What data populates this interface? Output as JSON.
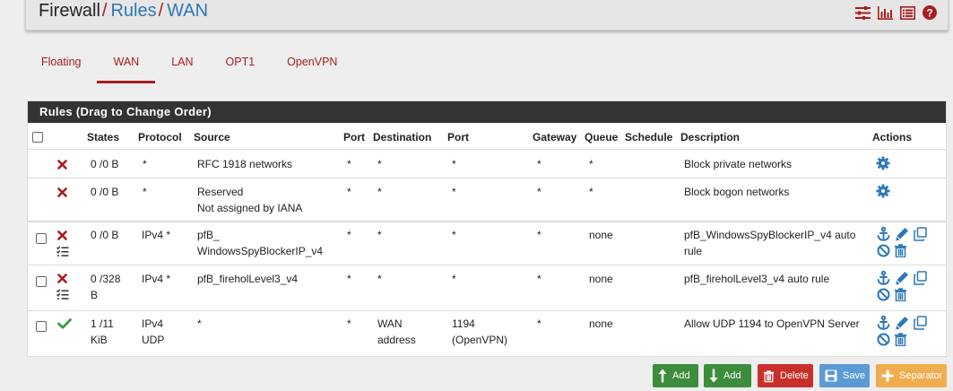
{
  "breadcrumb": {
    "first": "Firewall",
    "second": "Rules",
    "third": "WAN",
    "sep": "/"
  },
  "header_icons": [
    "sliders-icon",
    "bar-chart-icon",
    "list-icon",
    "help-icon"
  ],
  "tabs": [
    {
      "label": "Floating",
      "active": false
    },
    {
      "label": "WAN",
      "active": true
    },
    {
      "label": "LAN",
      "active": false
    },
    {
      "label": "OPT1",
      "active": false
    },
    {
      "label": "OpenVPN",
      "active": false
    }
  ],
  "panel": {
    "title": "Rules (Drag to Change Order)"
  },
  "columns": [
    "States",
    "Protocol",
    "Source",
    "Port",
    "Destination",
    "Port",
    "Gateway",
    "Queue",
    "Schedule",
    "Description",
    "Actions"
  ],
  "rows": [
    {
      "status": "block",
      "states": "0 /0 B",
      "protocol": "*",
      "source": "RFC 1918 networks",
      "source_is_link": false,
      "sport": "*",
      "destination": "*",
      "dport": "*",
      "gateway": "*",
      "queue": "*",
      "schedule": "",
      "description": "Block private networks",
      "actions": "gear"
    },
    {
      "status": "block",
      "states": "0 /0 B",
      "protocol": "*",
      "source": "Reserved",
      "source2": "Not assigned by IANA",
      "source_is_link": false,
      "sport": "*",
      "destination": "*",
      "dport": "*",
      "gateway": "*",
      "queue": "*",
      "schedule": "",
      "description": "Block bogon networks",
      "actions": "gear"
    },
    {
      "status": "block",
      "states": "0 /0 B",
      "protocol": "IPv4 *",
      "source": "pfB_",
      "source2": "WindowsSpyBlockerIP_v4",
      "source_is_link": true,
      "sport": "*",
      "destination": "*",
      "dport": "*",
      "gateway": "*",
      "queue": "none",
      "schedule": "",
      "description": "pfB_WindowsSpyBlockerIP_v4 auto",
      "description2": "rule",
      "actions": "full"
    },
    {
      "status": "block",
      "states": "0 /328",
      "states2": "B",
      "protocol": "IPv4 *",
      "source": "pfB_fireholLevel3_v4",
      "source_is_link": true,
      "sport": "*",
      "destination": "*",
      "dport": "*",
      "gateway": "*",
      "queue": "none",
      "schedule": "",
      "description": "pfB_fireholLevel3_v4 auto rule",
      "actions": "full"
    },
    {
      "status": "pass",
      "states": "1 /11",
      "states2": "KiB",
      "protocol": "IPv4",
      "protocol2": "UDP",
      "source": "*",
      "source_is_link": false,
      "sport": "*",
      "destination": "WAN",
      "destination2": "address",
      "dport": "1194",
      "dport2": "(OpenVPN)",
      "gateway": "*",
      "queue": "none",
      "schedule": "",
      "description": "Allow UDP 1194 to OpenVPN Server",
      "actions": "full"
    }
  ],
  "buttons": {
    "add_top": "Add",
    "add_bottom": "Add",
    "delete": "Delete",
    "save": "Save",
    "separator": "Separator"
  },
  "colors": {
    "accent": "#a81d1d",
    "link": "#2c78b8",
    "pass": "#3c9a3c",
    "add_btn": "#3c8d3c",
    "delete_btn": "#c9302c",
    "save_btn": "#5b9bd5",
    "separator_btn": "#f0ad4e"
  }
}
